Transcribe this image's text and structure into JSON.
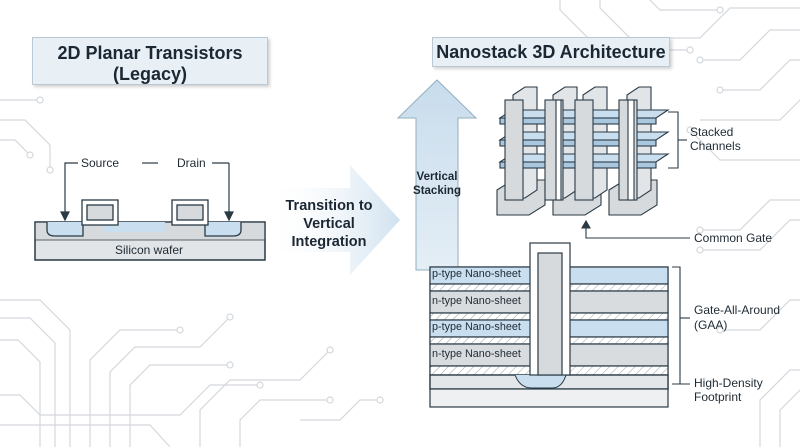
{
  "left": {
    "title_line1": "2D Planar Transistors",
    "title_line2": "(Legacy)",
    "source_label": "Source",
    "drain_label": "Drain",
    "wafer_label": "Silicon wafer"
  },
  "transition": {
    "line1": "Transition to",
    "line2": "Vertical",
    "line3": "Integration"
  },
  "vertical_stacking": {
    "line1": "Vertical",
    "line2": "Stacking"
  },
  "right": {
    "title": "Nanostack 3D Architecture",
    "stacked_channels_line1": "Stacked",
    "stacked_channels_line2": "Channels",
    "common_gate": "Common Gate",
    "gaa_line1": "Gate-All-Around",
    "gaa_line2": "(GAA)",
    "hd_line1": "High-Density",
    "hd_line2": "Footprint",
    "sheets": [
      {
        "label": "p-type Nano-sheet",
        "color": "#c9dff0"
      },
      {
        "label": "n-type Nano-sheet",
        "color": "#d9dcdf"
      },
      {
        "label": "p-type Nano-sheet",
        "color": "#c9dff0"
      },
      {
        "label": "n-type Nano-sheet",
        "color": "#d9dcdf"
      }
    ]
  },
  "colors": {
    "accent_blue": "#c9dff0",
    "arrow_blue": "#cfe1ef",
    "gray": "#d9dcdf",
    "stroke": "#2b3a45"
  }
}
